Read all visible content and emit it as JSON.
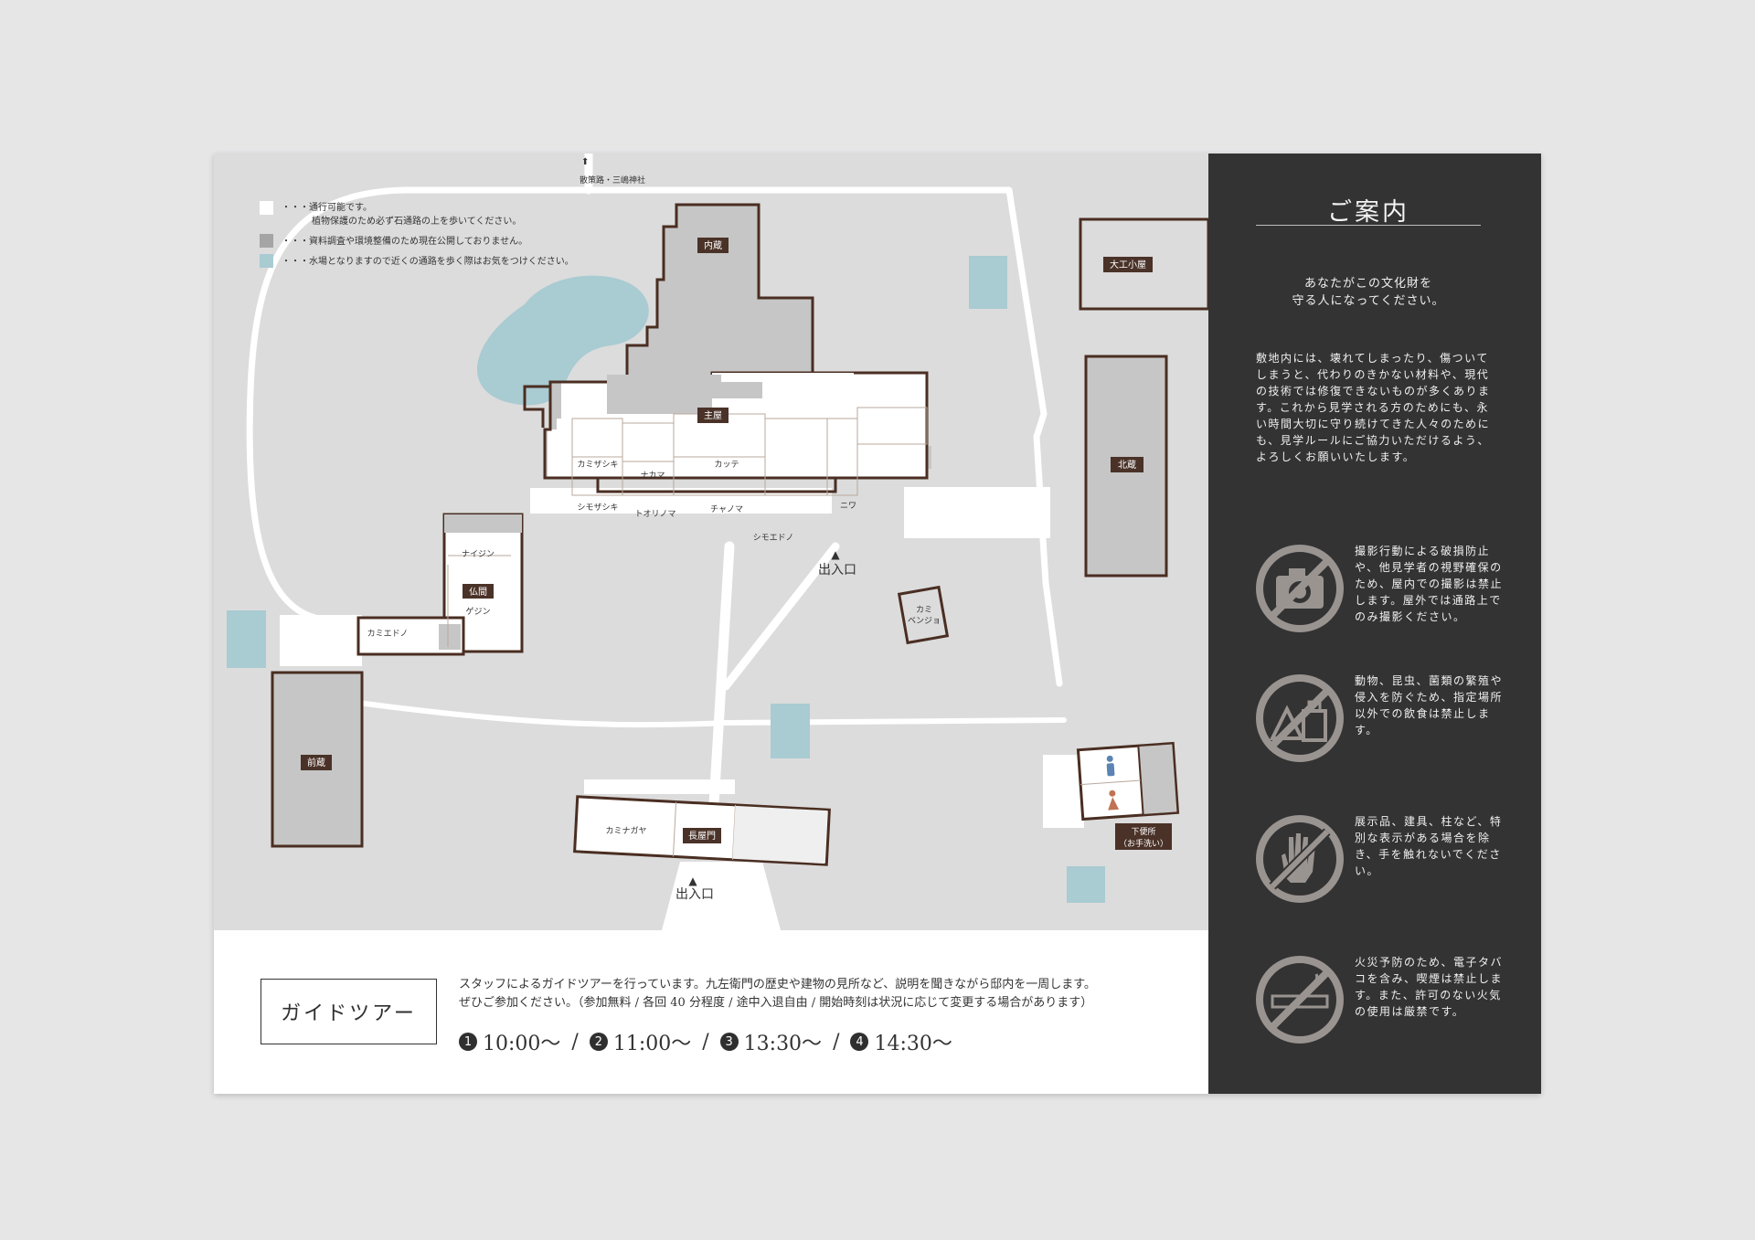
{
  "map": {
    "top_road": "散策路・三嶋神社",
    "legend": [
      {
        "text1": "・・・通行可能です。",
        "text2": "植物保護のため必ず石通路の上を歩いてください。"
      },
      {
        "text1": "・・・資料調査や環境整備のため現在公開しておりません。"
      },
      {
        "text1": "・・・水場となりますので近くの通路を歩く際はお気をつけください。"
      }
    ],
    "labels": {
      "naigura": "内蔵",
      "omoya": "主屋",
      "daiku": "大工小屋",
      "kitagura": "北蔵",
      "maegura": "前蔵",
      "nagayamon": "長屋門",
      "benjo": "下便所",
      "otearai": "（お手洗い）",
      "butsuma": "仏間"
    },
    "rooms": {
      "kamizashiki": "カミザシキ",
      "nakama": "ナカマ",
      "katte": "カッテ",
      "shimozashiki": "シモザシキ",
      "toorinoma": "トオリノマ",
      "chanoma": "チャノマ",
      "niwa": "ニワ",
      "shimoendo": "シモエドノ",
      "naijin": "ナイジン",
      "gejin": "ゲジン",
      "kamiendo": "カミエドノ",
      "kamibenjo1": "カミ",
      "kamibenjo2": "ベンジョ",
      "kaminagaya": "カミナガヤ"
    },
    "entrance": "出入口",
    "entrance_mark": "▲"
  },
  "tour": {
    "title": "ガイドツアー",
    "line1": "スタッフによるガイドツアーを行っています。九左衛門の歴史や建物の見所など、説明を聞きながら邸内を一周します。",
    "line2": "ぜひご参加ください。（参加無料 / 各回 40 分程度 / 途中入退自由 / 開始時刻は状況に応じて変更する場合があります）",
    "times": [
      {
        "num": "1",
        "time": "10:00〜"
      },
      {
        "num": "2",
        "time": "11:00〜"
      },
      {
        "num": "3",
        "time": "13:30〜"
      },
      {
        "num": "4",
        "time": "14:30〜"
      }
    ],
    "separator": "/"
  },
  "panel": {
    "title": "ご案内",
    "lead1": "あなたがこの文化財を",
    "lead2": "守る人になってください。",
    "body": "敷地内には、壊れてしまったり、傷ついてしまうと、代わりのきかない材料や、現代の技術では修復できないものが多くあります。これから見学される方のためにも、永い時間大切に守り続けてきた人々のためにも、見学ルールにご協力いただけるよう、よろしくお願いいたします。",
    "rules": [
      {
        "icon": "no-camera-icon",
        "text": "撮影行動による破損防止や、他見学者の視野確保のため、屋内での撮影は禁止します。屋外では通路上でのみ撮影ください。"
      },
      {
        "icon": "no-food-icon",
        "text": "動物、昆虫、菌類の繁殖や侵入を防ぐため、指定場所以外での飲食は禁止します。"
      },
      {
        "icon": "no-touch-icon",
        "text": "展示品、建具、柱など、特別な表示がある場合を除き、手を触れないでください。"
      },
      {
        "icon": "no-smoking-icon",
        "text": "火災予防のため、電子タバコを含み、喫煙は禁止します。また、許可のない火気の使用は厳禁です。"
      }
    ]
  },
  "colors": {
    "ground": "#dcdcdc",
    "path": "#ffffff",
    "closed": "#c6c6c6",
    "water": "#a9cbd2",
    "wall": "#4a2e22",
    "label_bg": "#4a3228",
    "panel": "#333333"
  }
}
